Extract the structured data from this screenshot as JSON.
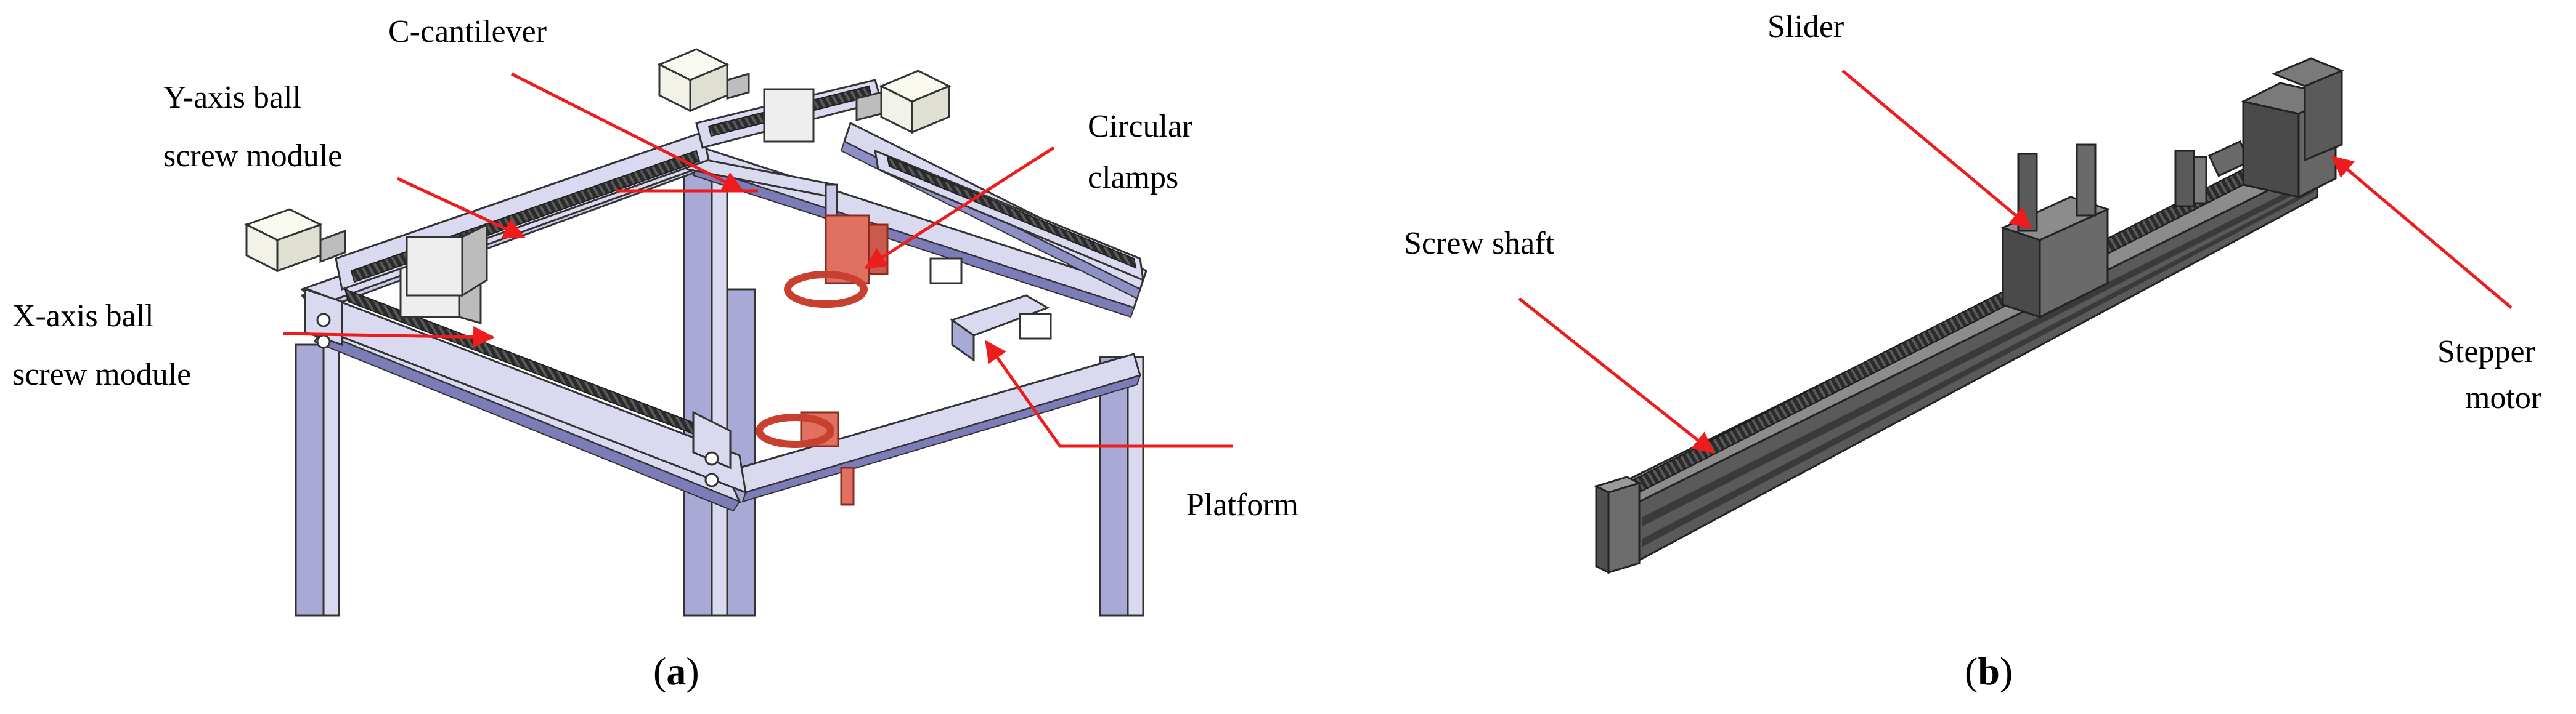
{
  "panel_a": {
    "labels": {
      "c_cantilever": "C-cantilever",
      "y_axis_line1": "Y-axis ball",
      "y_axis_line2": "screw module",
      "circular_line1": "Circular",
      "circular_line2": "clamps",
      "x_axis_line1": "X-axis ball",
      "x_axis_line2": "screw module",
      "platform": "Platform"
    },
    "caption": {
      "open": "(",
      "letter": "a",
      "close": ")"
    }
  },
  "panel_b": {
    "labels": {
      "slider": "Slider",
      "screw_shaft": "Screw shaft",
      "stepper_line1": "Stepper",
      "stepper_line2": "motor"
    },
    "caption": {
      "open": "(",
      "letter": "b",
      "close": ")"
    }
  },
  "colors": {
    "leader": "#ee1c1c",
    "frame_light": "#d9d9f0",
    "frame_mid": "#a9a9d6",
    "frame_dark": "#7c7cb8",
    "motor": "#f2f2e8",
    "clamp": "#e07060",
    "rail_dark": "#4a4a4a",
    "rail_mid": "#6a6a6a",
    "rail_light": "#8c8c8c"
  }
}
